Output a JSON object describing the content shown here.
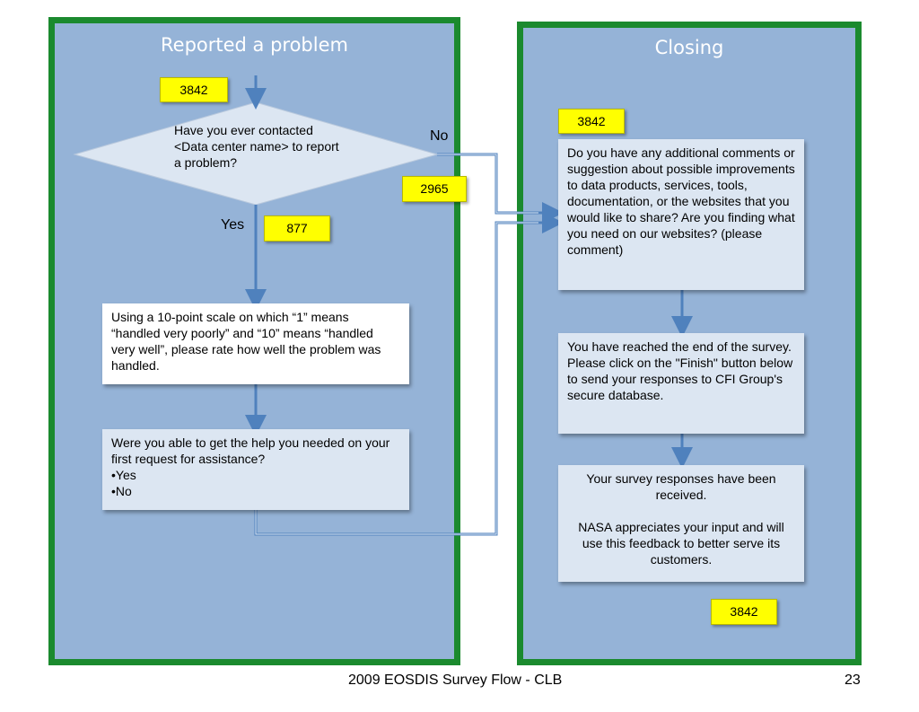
{
  "left_panel": {
    "title": "Reported a problem"
  },
  "right_panel": {
    "title": "Closing"
  },
  "tags": {
    "left_top": "3842",
    "no_branch": "2965",
    "yes_branch": "877",
    "right_top": "3842",
    "right_bottom": "3842"
  },
  "decision": {
    "question": "Have you ever contacted <Data center name> to report a problem?",
    "yes_label": "Yes",
    "no_label": "No"
  },
  "left_boxes": {
    "rating": "Using a 10-point scale on which “1” means “handled very poorly” and “10” means “handled very well”, please rate how well the problem was handled.",
    "help": "Were you able to get the help you needed on your first request for assistance?\n•Yes\n•No"
  },
  "right_boxes": {
    "comments": "Do you have any additional comments or suggestion about possible improvements to data products, services, tools, documentation, or the websites that you would like to share? Are you finding what you need on our websites? (please comment)",
    "end": "You have reached the end of the survey.  Please click on the \"Finish\" button below to send your responses to CFI Group's secure database.",
    "received": "Your survey responses have been received.\n\nNASA appreciates your input and will use this feedback to better serve its customers."
  },
  "footer": {
    "title": "2009 EOSDIS Survey Flow - CLB",
    "page": "23"
  },
  "colors": {
    "panel_fill": "#95b3d7",
    "panel_border": "#1b8a2e",
    "arrow": "#4f81bd",
    "tag_fill": "#ffff00",
    "light_box": "#dce6f2"
  }
}
